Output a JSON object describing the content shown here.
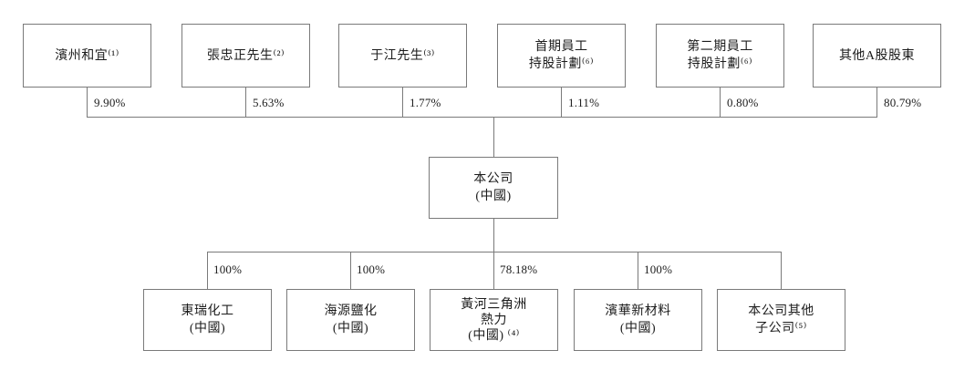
{
  "diagram": {
    "type": "shareholding-structure",
    "colors": {
      "line": "#7a7a7a",
      "text": "#1c1c1c",
      "background": "#ffffff"
    },
    "shareholders": [
      {
        "lines": [
          "濱州和宜⁽¹⁾"
        ],
        "percent": "9.90%"
      },
      {
        "lines": [
          "張忠正先生⁽²⁾"
        ],
        "percent": "5.63%"
      },
      {
        "lines": [
          "于江先生⁽³⁾"
        ],
        "percent": "1.77%"
      },
      {
        "lines": [
          "首期員工",
          "持股計劃⁽⁶⁾"
        ],
        "percent": "1.11%"
      },
      {
        "lines": [
          "第二期員工",
          "持股計劃⁽⁶⁾"
        ],
        "percent": "0.80%"
      },
      {
        "lines": [
          "其他A股股東"
        ],
        "percent": "80.79%"
      }
    ],
    "company": {
      "lines": [
        "本公司",
        "(中國)"
      ]
    },
    "subsidiaries": [
      {
        "lines": [
          "東瑞化工",
          "(中國)"
        ],
        "percent": "100%"
      },
      {
        "lines": [
          "海源鹽化",
          "(中國)"
        ],
        "percent": "100%"
      },
      {
        "lines": [
          "黃河三角洲",
          "熱力",
          "(中國) ⁽⁴⁾"
        ],
        "percent": "78.18%"
      },
      {
        "lines": [
          "濱華新材料",
          "(中國)"
        ],
        "percent": "100%"
      },
      {
        "lines": [
          "本公司其他",
          "子公司⁽⁵⁾"
        ]
      }
    ]
  }
}
